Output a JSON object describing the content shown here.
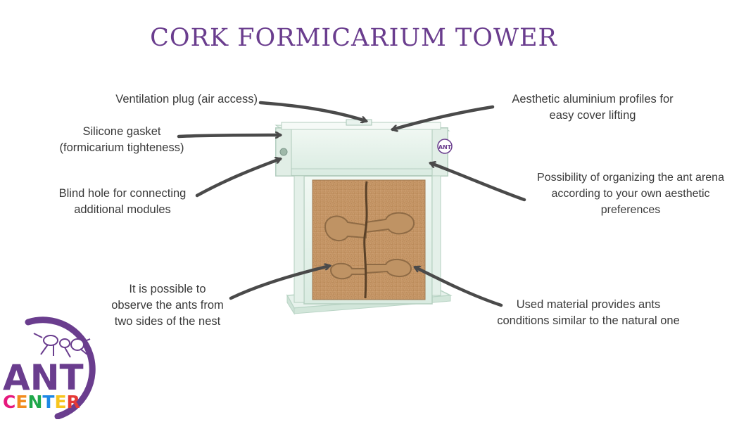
{
  "title": "CORK FORMICARIUM TOWER",
  "annotations": {
    "ventilation": [
      "Ventilation plug (air access)"
    ],
    "gasket": [
      "Silicone gasket",
      "(formicarium tighteness)"
    ],
    "blind_hole": [
      "Blind hole for connecting",
      "additional modules"
    ],
    "observe": [
      "It is possible to",
      "observe the ants from",
      "two sides of the nest"
    ],
    "aluminium": [
      "Aesthetic aluminium profiles for",
      "easy cover lifting"
    ],
    "arena": [
      "Possibility of organizing the ant arena",
      "according to your own aesthetic",
      "preferences"
    ],
    "material": [
      "Used material provides ants",
      "conditions similar to the natural one"
    ]
  },
  "logo": {
    "line1": "ANT",
    "line2": "CENTER",
    "brand_color": "#6a3d8e",
    "center_letter_colors": [
      "#e6197d",
      "#f28c1e",
      "#1fa84a",
      "#1e88e5",
      "#f7c51e",
      "#e53935"
    ]
  },
  "badge": {
    "text": "ANT"
  },
  "colors": {
    "title": "#6a3d8e",
    "text": "#3a3a3a",
    "arrow": "#4a4a4a",
    "cork": "#c89a68",
    "glass": "#e4f1ea"
  }
}
